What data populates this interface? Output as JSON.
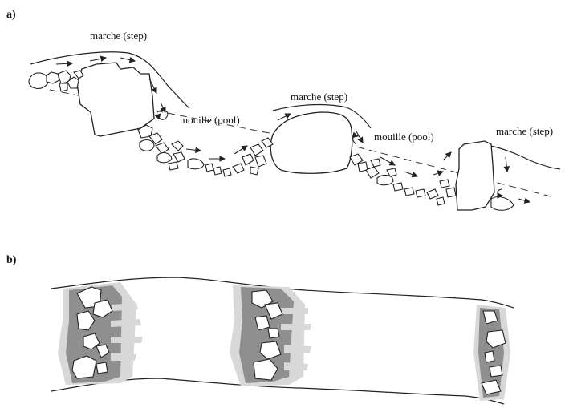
{
  "panel_a": {
    "letter": "a)",
    "labels": {
      "step1": "marche (step)",
      "pool1": "mouille (pool)",
      "step2": "marche (step)",
      "pool2": "mouille (pool)",
      "step3": "marche (step)"
    }
  },
  "panel_b": {
    "letter": "b)"
  },
  "colors": {
    "ink": "#222222",
    "light_vegetation": "#d8d8d8",
    "dark_vegetation": "#8f8f8f"
  }
}
